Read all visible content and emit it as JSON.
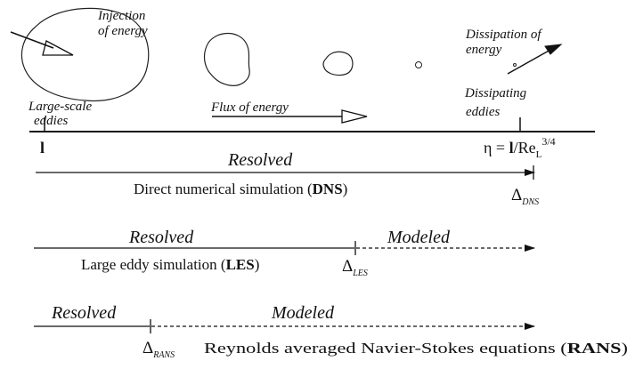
{
  "top": {
    "injection": [
      "Injection",
      "of energy"
    ],
    "dissipation": [
      "Dissipation of",
      "energy"
    ],
    "large_scale": [
      "Large-scale",
      "eddies"
    ],
    "dissipating": [
      "Dissipating",
      "eddies"
    ],
    "flux": "Flux of energy",
    "l_symbol": "l",
    "eta": {
      "lhs": "η = ",
      "l": "l",
      "re": "/Re",
      "sub": "L",
      "sup": "3/4"
    }
  },
  "dns": {
    "resolved": "Resolved",
    "desc": {
      "pre": "Direct numerical simulation (",
      "abbr": "DNS",
      "post": ")"
    },
    "delta": {
      "sym": "Δ",
      "sub": "DNS"
    }
  },
  "les": {
    "resolved": "Resolved",
    "modeled": "Modeled",
    "desc": {
      "pre": "Large eddy simulation (",
      "abbr": "LES",
      "post": ")"
    },
    "delta": {
      "sym": "Δ",
      "sub": "LES"
    }
  },
  "rans": {
    "resolved": "Resolved",
    "modeled": "Modeled",
    "desc": {
      "pre": "Reynolds averaged Navier-Stokes equations (",
      "abbr": "RANS",
      "post": ")"
    },
    "delta": {
      "sym": "Δ",
      "sub": "RANS"
    }
  }
}
